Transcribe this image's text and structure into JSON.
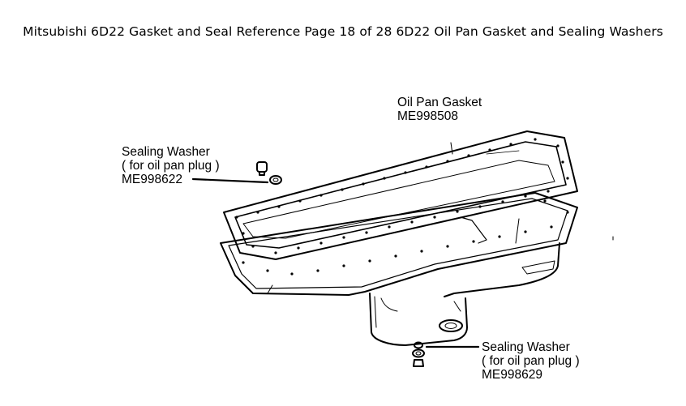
{
  "title": "Mitsubishi 6D22 Gasket and Seal Reference Page 18 of 28 6D22 Oil Pan Gasket and Sealing Washers",
  "callouts": {
    "gasket": {
      "name": "Oil Pan Gasket",
      "part_number": "ME998508"
    },
    "washer_upper": {
      "name": "Sealing Washer",
      "note": "( for oil pan plug )",
      "part_number": "ME998622"
    },
    "washer_lower": {
      "name": "Sealing Washer",
      "note": "( for oil pan plug )",
      "part_number": "ME998629"
    }
  }
}
